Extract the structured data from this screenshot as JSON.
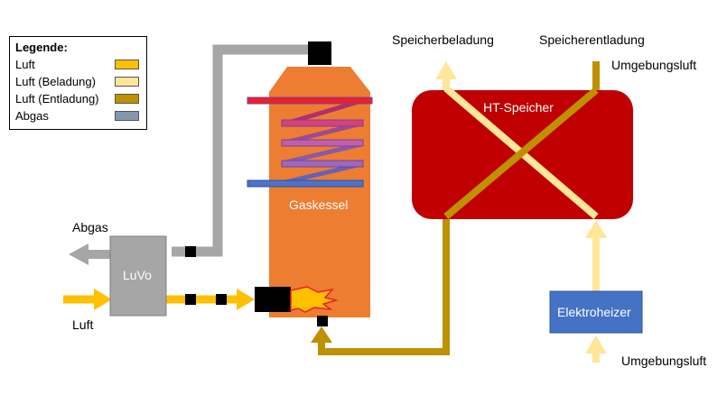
{
  "colors": {
    "luft": "#FFC000",
    "beladung": "#FFE699",
    "entladung": "#BF9000",
    "abgas": "#A6A6A6",
    "kessel": "#ED7D31",
    "speicher": "#C00000",
    "heizer": "#4472C4",
    "connector": "#000000"
  },
  "legend": {
    "title": "Legende:",
    "items": [
      {
        "label": "Luft",
        "color": "#FFC000"
      },
      {
        "label": "Luft (Beladung)",
        "color": "#FFE699"
      },
      {
        "label": "Luft (Entladung)",
        "color": "#BF9000"
      },
      {
        "label": "Abgas",
        "color": "#8497B0"
      }
    ]
  },
  "labels": {
    "abgas": "Abgas",
    "luvo": "LuVo",
    "luft": "Luft",
    "gaskessel": "Gaskessel",
    "ht_speicher": "HT-Speicher",
    "elektroheizer": "Elektroheizer",
    "speicherbeladung": "Speicherbeladung",
    "speicherentladung": "Speicherentladung",
    "umgebungsluft_top": "Umgebungsluft",
    "umgebungsluft_bottom": "Umgebungsluft"
  }
}
